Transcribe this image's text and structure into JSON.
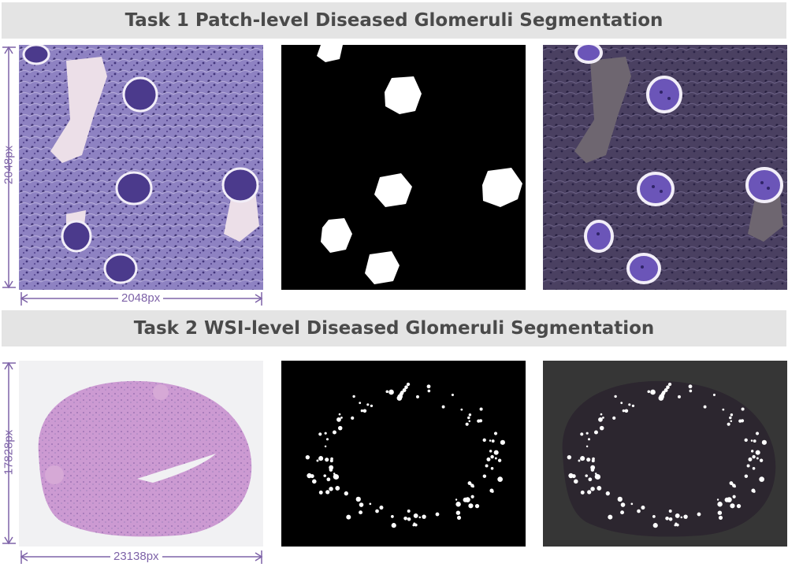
{
  "task1": {
    "title": "Task 1 Patch-level Diseased Glomeruli Segmentation",
    "height_label": "2048px",
    "width_label": "2048px",
    "panels": [
      "patch-image",
      "patch-mask",
      "patch-overlay"
    ]
  },
  "task2": {
    "title": "Task 2 WSI-level Diseased Glomeruli Segmentation",
    "height_label": "17828px",
    "width_label": "23138px",
    "panels": [
      "wsi-image",
      "wsi-mask",
      "wsi-overlay"
    ]
  },
  "colors": {
    "dimension": "#7e63a8",
    "tissue": "#8d7fc0",
    "glomerulus": "#4b3a8c",
    "mask_bg": "#000000",
    "mask_fg": "#ffffff",
    "wsi_stain": "#cf96cf"
  }
}
